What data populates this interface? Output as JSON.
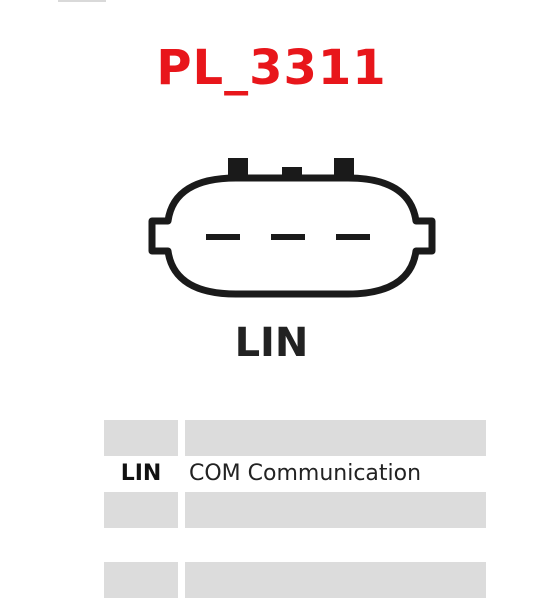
{
  "title": "PL_3311",
  "connector": {
    "label": "LIN",
    "pin_count": 3
  },
  "pin_table": {
    "rows": [
      {
        "pin": "",
        "desc": "",
        "shaded": true
      },
      {
        "pin": "LIN",
        "desc": "COM Communication",
        "shaded": false
      },
      {
        "pin": "",
        "desc": "",
        "shaded": true
      },
      {
        "pin": "",
        "desc": "",
        "shaded": false
      },
      {
        "pin": "",
        "desc": "",
        "shaded": true
      }
    ]
  },
  "colors": {
    "title": "#e8161b",
    "text": "#222222",
    "row_shade": "#dcdcdc",
    "outline": "#1a1a1a"
  }
}
